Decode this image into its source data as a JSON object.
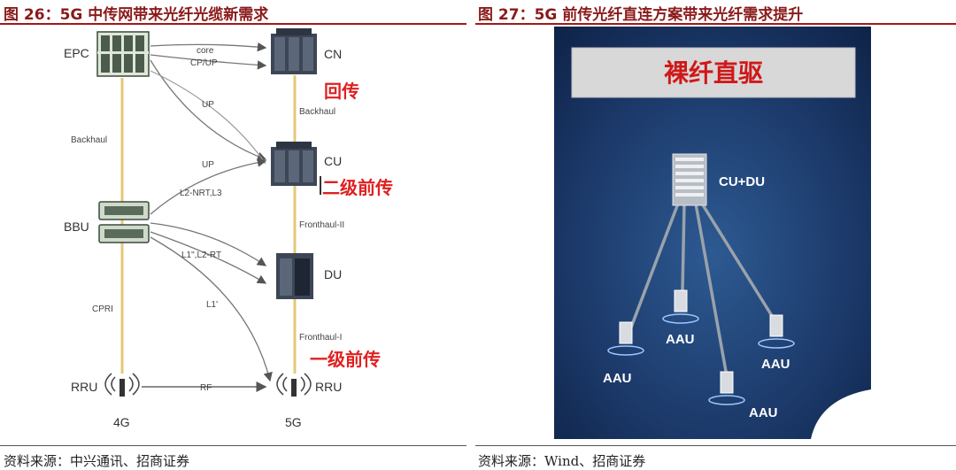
{
  "left_figure": {
    "title": "图 26：5G 中传网带来光纤光缆新需求",
    "source": "资料来源：中兴通讯、招商证券",
    "nodes": {
      "epc": "EPC",
      "bbu": "BBU",
      "rru_left": "RRU",
      "cn": "CN",
      "cu": "CU",
      "du": "DU",
      "rru_right": "RRU"
    },
    "link_labels": {
      "core": "core",
      "cpup": "CP/UP",
      "up1": "UP",
      "up2": "UP",
      "l2nrt": "L2-NRT,L3",
      "l1l2rt": "L1\",L2-RT",
      "l1": "L1'",
      "rf": "RF",
      "backhaul_left": "Backhaul",
      "cpri": "CPRI",
      "backhaul_right": "Backhaul",
      "fronthaul2": "Fronthaul-II",
      "fronthaul1": "Fronthaul-I"
    },
    "annotations": {
      "huichuan": "回传",
      "erji": "二级前传",
      "yiji": "一级前传"
    },
    "generations": {
      "g4": "4G",
      "g5": "5G"
    }
  },
  "right_figure": {
    "title": "图 27：5G 前传光纤直连方案带来光纤需求提升",
    "source": "资料来源：Wind、招商证券",
    "banner": "裸纤直驱",
    "hub_label": "CU+DU",
    "aau_labels": [
      "AAU",
      "AAU",
      "AAU",
      "AAU"
    ]
  },
  "colors": {
    "title_red": "#8b1a1a",
    "annotation_red": "#e02020",
    "fiber_yellow": "#e6c778",
    "panel_navy": "#16305a"
  }
}
